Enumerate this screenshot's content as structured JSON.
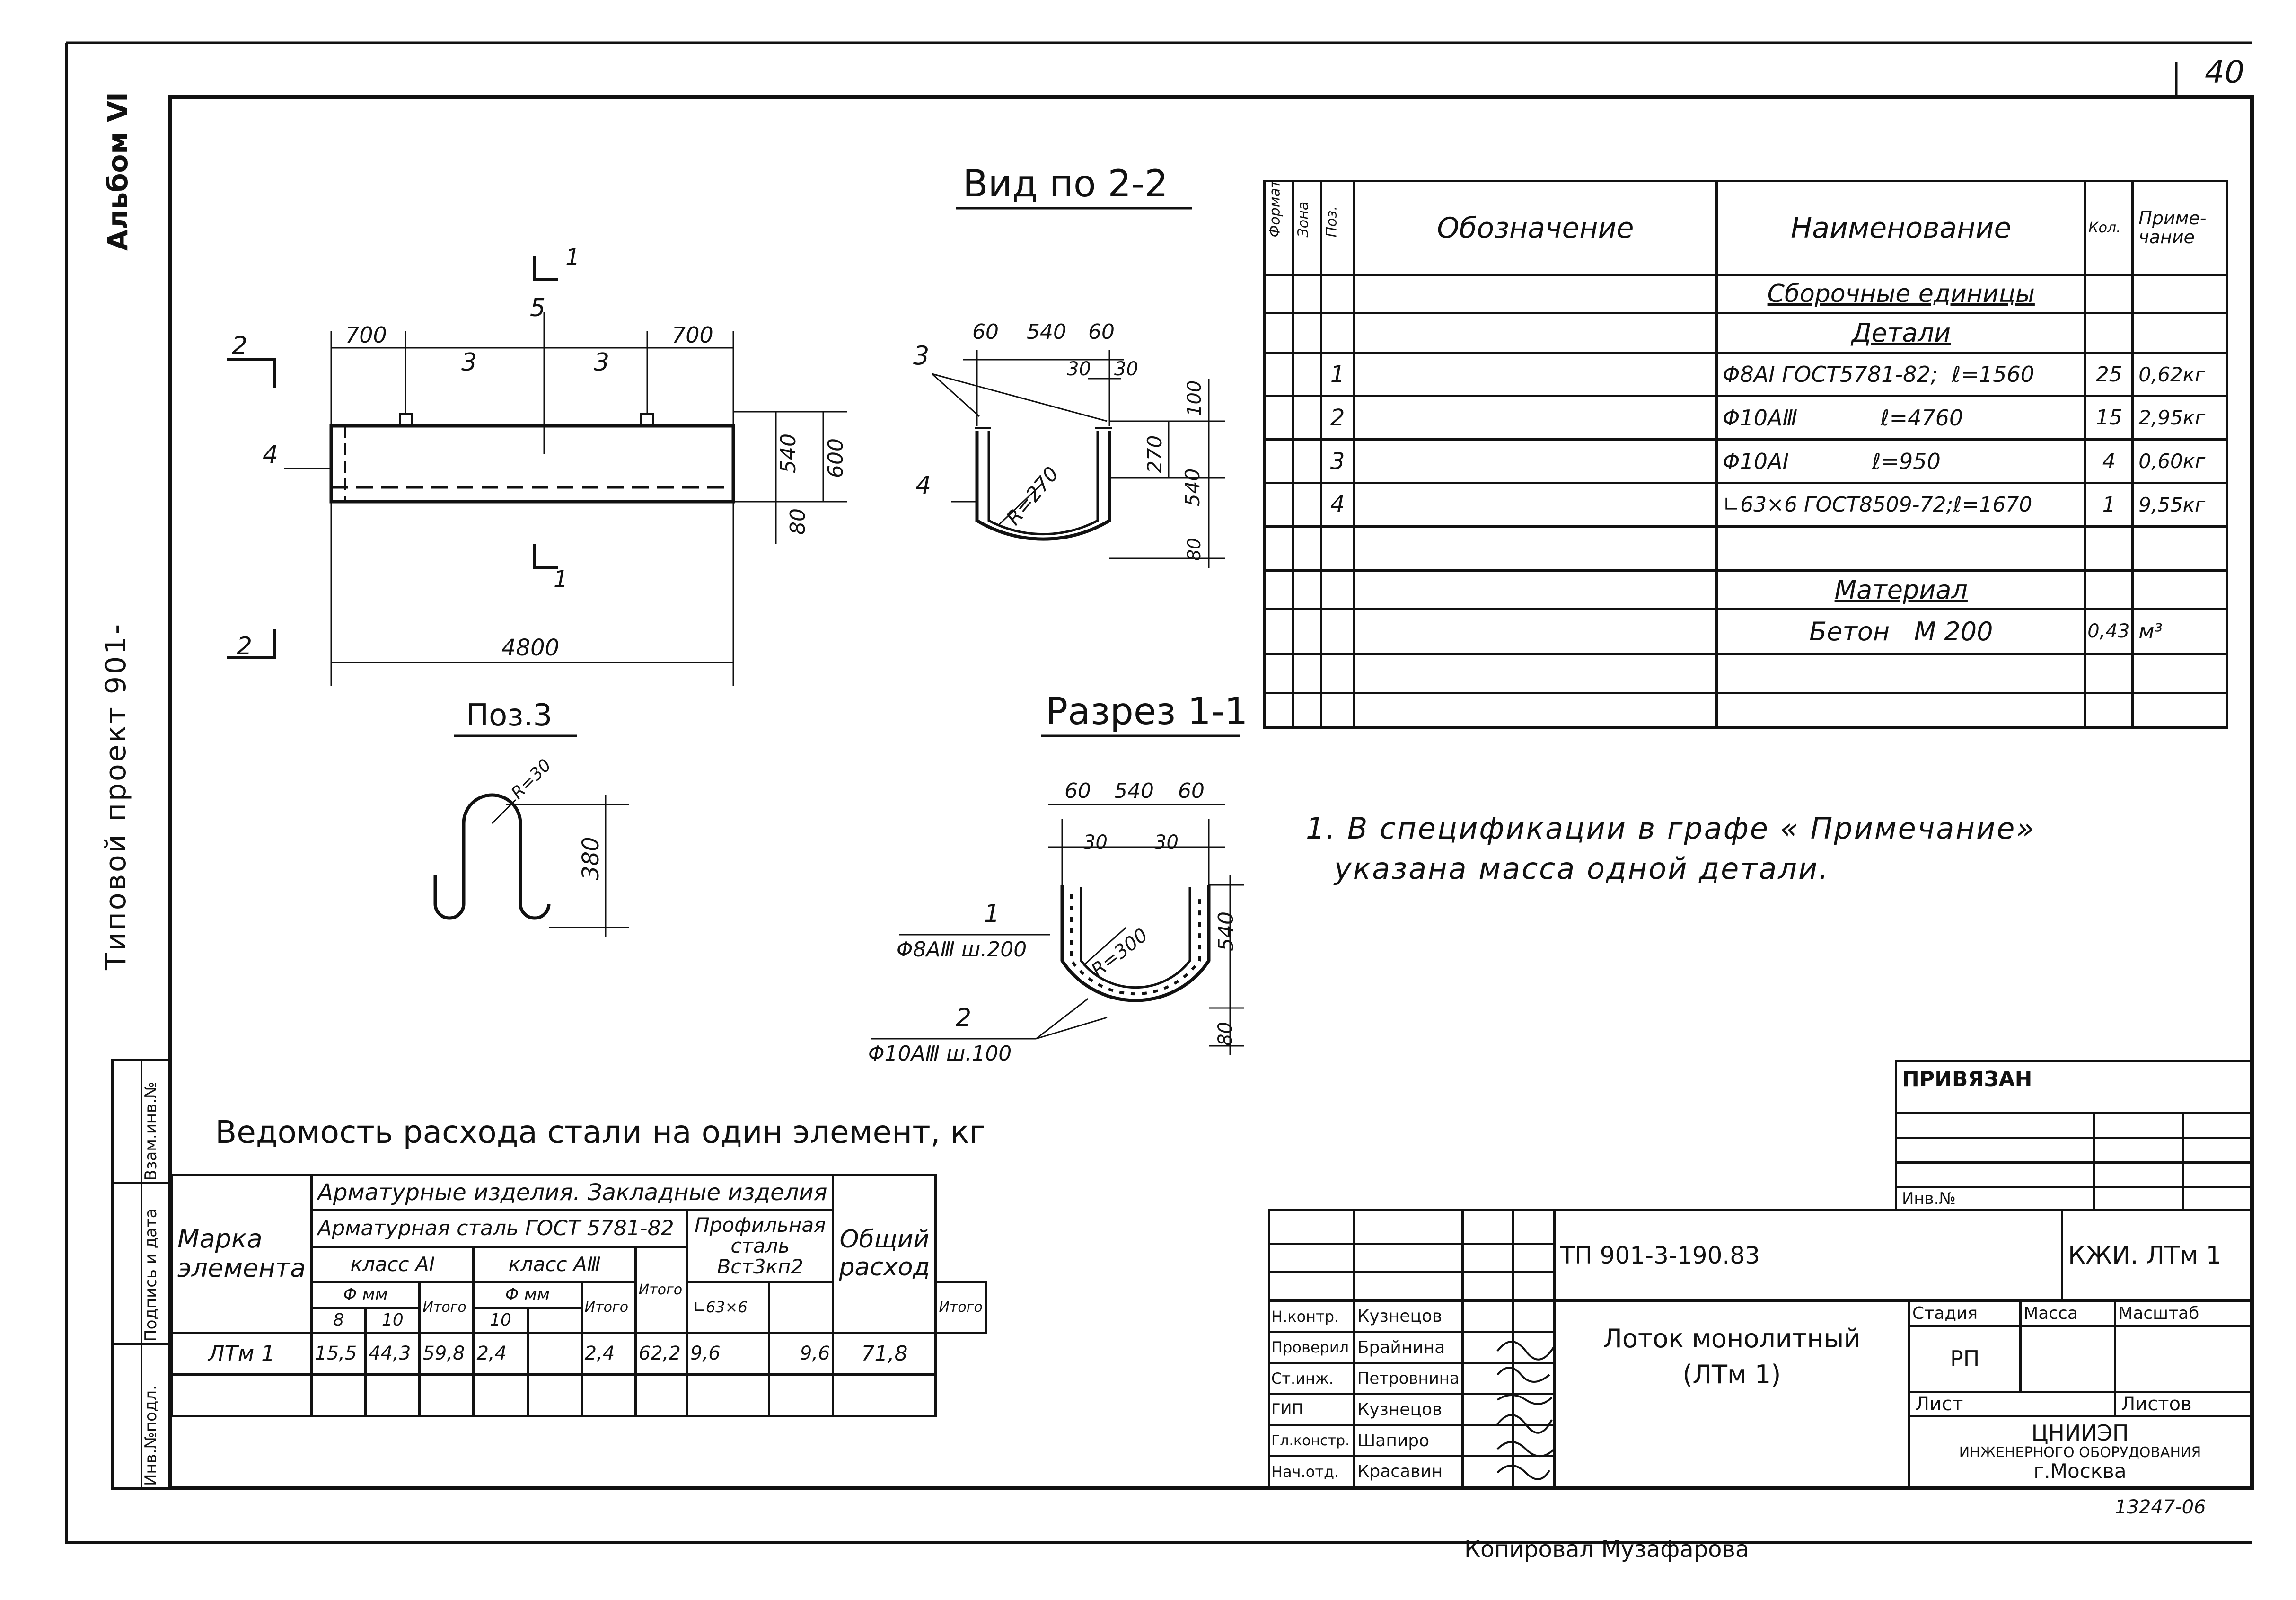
{
  "sheet_number": "40",
  "album": "Альбом Ⅵ",
  "project_vertical": "Типовой проект 901-",
  "side_stamp": [
    "Инв.№подл.",
    "Подпись и дата",
    "Взам.инв.№"
  ],
  "views": {
    "view22_title": "Вид по 2-2",
    "section11_title": "Разрез 1-1",
    "pos3_title": "Поз.3"
  },
  "elevation": {
    "dim_700_left": "700",
    "dim_700_right": "700",
    "dim_4800": "4800",
    "dim_540": "540",
    "dim_600": "600",
    "dim_80": "80",
    "label_1_top": "1",
    "label_1_bottom": "1",
    "label_2_top": "2",
    "label_2_bottom": "2",
    "label_3_left": "3",
    "label_3_right": "3",
    "label_4": "4",
    "label_5": "5"
  },
  "view22": {
    "dim_60a": "60",
    "dim_540": "540",
    "dim_60b": "60",
    "dim_30a": "30",
    "dim_30b": "30",
    "dim_100": "100",
    "dim_270": "270",
    "dim_540v": "540",
    "dim_80": "80",
    "radius": "R=270",
    "label_3": "3",
    "label_4": "4"
  },
  "section11": {
    "dim_60a": "60",
    "dim_540": "540",
    "dim_60b": "60",
    "dim_30a": "30",
    "dim_30b": "30",
    "dim_540v": "540",
    "dim_80": "80",
    "radius": "R=300",
    "label_1": "1",
    "rebar_1": "Φ8АⅢ ш.200",
    "label_2": "2",
    "rebar_2": "Φ10АⅢ ш.100"
  },
  "pos3": {
    "radius": "R=30",
    "height": "380"
  },
  "spec": {
    "headers": {
      "format": "Формат",
      "zone": "Зона",
      "pos": "Поз.",
      "designation": "Обозначение",
      "name": "Наименование",
      "qty": "Кол.",
      "note": "Приме-\nчание"
    },
    "assembly": "Сборочные единицы",
    "details": "Детали",
    "rows": [
      {
        "pos": "1",
        "name": "Φ8АⅠ ГОСТ5781-82;  ℓ=1560",
        "qty": "25",
        "note": "0,62кг"
      },
      {
        "pos": "2",
        "name": "Φ10АⅢ            ℓ=4760",
        "qty": "15",
        "note": "2,95кг"
      },
      {
        "pos": "3",
        "name": "Φ10АⅠ            ℓ=950",
        "qty": "4",
        "note": "0,60кг"
      },
      {
        "pos": "4",
        "name": "∟63×6 ГОСТ8509-72;ℓ=1670",
        "qty": "1",
        "note": "9,55кг"
      }
    ],
    "material": "Материал",
    "concrete": "Бетон   М 200",
    "concrete_qty": "0,43",
    "concrete_unit": "м³"
  },
  "note1": "1. В спецификации в графе « Примечание»",
  "note2": "указана масса одной детали.",
  "steel": {
    "title": "Ведомость расхода стали на один элемент, кг",
    "h_mark": "Марка элемента",
    "h_rebar": "Арматурные изделия. Закладные изделия",
    "h_gost": "Арматурная сталь ГОСТ 5781-82",
    "h_profile": "Профильная сталь Вст3кп2",
    "h_total": "Общий расход",
    "h_classA1": "класс АⅠ",
    "h_classA3": "класс АⅢ",
    "h_fmm1": "Φ мм",
    "h_fmm2": "Φ мм",
    "h_itogo": "Итого",
    "h_d8": "8",
    "h_d10a": "10",
    "h_d10b": "10",
    "h_angle": "∟63×6",
    "row": {
      "mark": "ЛТм 1",
      "v8": "15,5",
      "v10": "44,3",
      "s1": "59,8",
      "v10b": "2,4",
      "s2": "2,4",
      "sum": "62,2",
      "angle": "9,6",
      "s3": "9,6",
      "total": "71,8"
    }
  },
  "stamp": {
    "privyazan": "ПРИВЯЗАН",
    "inv": "Инв.№",
    "doc": "ТП 901-3-190.83",
    "code": "КЖИ. ЛТм 1",
    "title_line1": "Лоток монолитный",
    "title_line2": "(ЛТм 1)",
    "stage_h": "Стадия",
    "mass_h": "Масса",
    "scale_h": "Масштаб",
    "stage": "РП",
    "sheet_h": "Лист",
    "sheets_h": "Листов",
    "org1": "ЦНИИЭП",
    "org2": "ИНЖЕНЕРНОГО ОБОРУДОВАНИЯ",
    "org3": "г.Москва",
    "people": [
      {
        "role": "Н.контр.",
        "name": "Кузнецов"
      },
      {
        "role": "Проверил",
        "name": "Брайнина"
      },
      {
        "role": "Ст.инж.",
        "name": "Петровнина"
      },
      {
        "role": "ГИП",
        "name": "Кузнецов"
      },
      {
        "role": "Гл.констр.",
        "name": "Шапиро"
      },
      {
        "role": "Нач.отд.",
        "name": "Красавин"
      }
    ]
  },
  "archive_number": "13247-06",
  "copied": "Копировал  Музафарова"
}
